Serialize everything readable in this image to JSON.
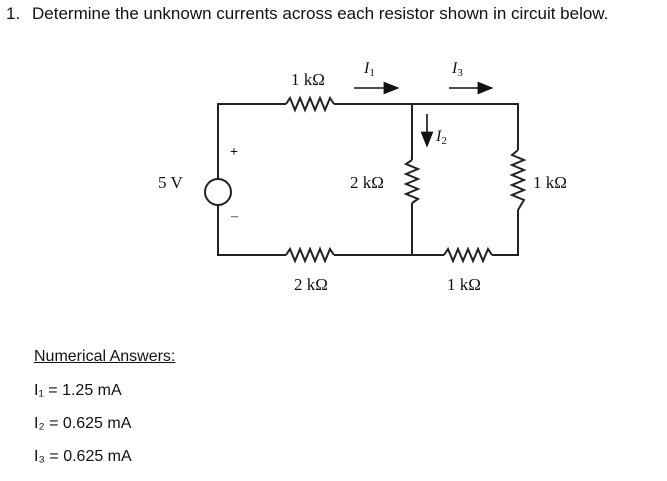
{
  "question": {
    "number": "1.",
    "text": "Determine the unknown currents across each resistor shown in circuit below."
  },
  "circuit": {
    "source_label": "5 V",
    "plus_sign": "+",
    "minus_sign": "–",
    "resistors": {
      "top_left": "1 kΩ",
      "bottom_left": "2 kΩ",
      "middle_vertical": "2 kΩ",
      "right_vertical": "1 kΩ",
      "bottom_right": "1 kΩ"
    },
    "currents": {
      "i1": {
        "letter": "I",
        "sub": "1"
      },
      "i2": {
        "letter": "I",
        "sub": "2"
      },
      "i3": {
        "letter": "I",
        "sub": "3"
      }
    }
  },
  "answers": {
    "heading": "Numerical Answers:",
    "items": [
      {
        "text": "I₁ = 1.25 mA"
      },
      {
        "text": "I₂ = 0.625 mA"
      },
      {
        "text": "I₃ = 0.625 mA"
      }
    ]
  }
}
